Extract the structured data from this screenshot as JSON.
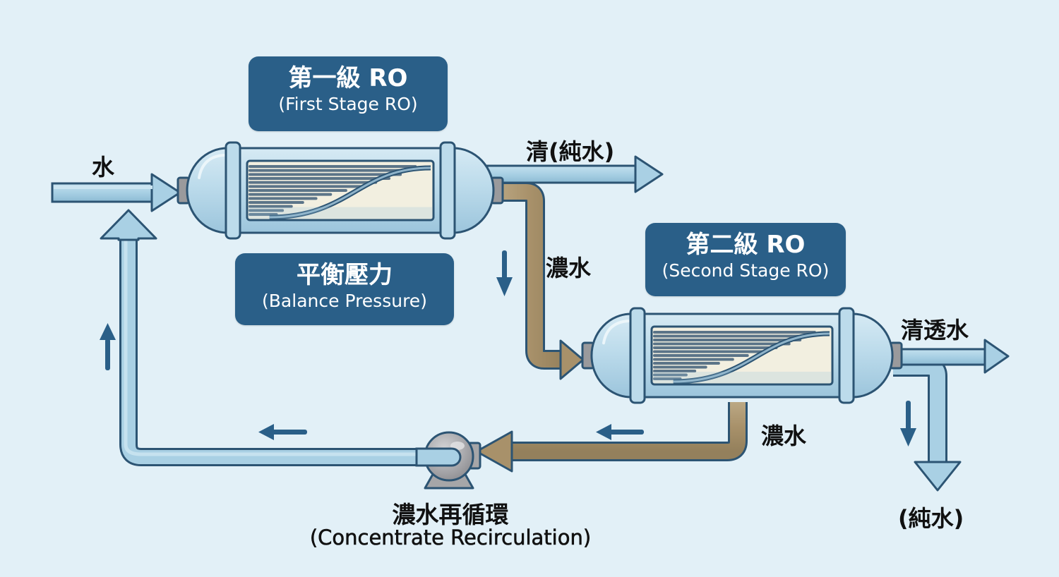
{
  "diagram": {
    "title": "Two-stage RO with concentrate recirculation",
    "colors": {
      "background": "#e2f0f7",
      "label_box": "#2a5f88",
      "clean_pipe": "#a9d0e4",
      "concentrate_pipe": "#a8906a",
      "outline": "#2c5473",
      "direction_arrow": "#2a5f88",
      "pump": "#a6a6a8",
      "membrane_fill": "#f2efe0"
    },
    "labels": {
      "inlet_water": "水",
      "stage1_zh": "第一級 RO",
      "stage1_en": "(First Stage RO)",
      "stage1_permeate": "清(純水)",
      "balance_zh": "平衡壓力",
      "balance_en": "(Balance Pressure)",
      "stage1_concentrate": "濃水",
      "stage2_zh": "第二級 RO",
      "stage2_en": "(Second Stage RO)",
      "stage2_permeate": "清透水",
      "stage2_concentrate": "濃水",
      "pure_water_out": "(純水)",
      "recirc_zh": "濃水再循環",
      "recirc_en": "(Concentrate Recirculation)"
    },
    "components": [
      {
        "id": "stage1-vessel",
        "type": "ro-membrane-vessel"
      },
      {
        "id": "stage2-vessel",
        "type": "ro-membrane-vessel"
      },
      {
        "id": "recirculation-pump",
        "type": "pump"
      }
    ],
    "flows": [
      {
        "from": "inlet",
        "to": "stage1-vessel",
        "type": "clean"
      },
      {
        "from": "stage1-vessel",
        "to": "permeate-out-1",
        "type": "clean"
      },
      {
        "from": "stage1-vessel",
        "to": "stage2-vessel",
        "type": "concentrate"
      },
      {
        "from": "stage2-vessel",
        "to": "permeate-out-2",
        "type": "clean"
      },
      {
        "from": "stage2-vessel",
        "to": "pure-water-out",
        "type": "clean"
      },
      {
        "from": "stage2-vessel",
        "to": "recirculation-pump",
        "type": "concentrate"
      },
      {
        "from": "recirculation-pump",
        "to": "stage1-vessel",
        "type": "clean"
      }
    ]
  }
}
